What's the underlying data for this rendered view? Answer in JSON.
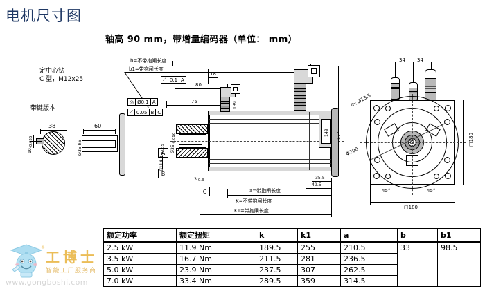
{
  "page": {
    "title": "电机尺寸图",
    "title_color": "#1f3864",
    "subtitle": "轴高 90 mm，带增量编码器（单位： mm）"
  },
  "left_view": {
    "note_center_drill_line1": "定中心钻",
    "note_center_drill_line2": "C 型，M12x25",
    "note_keyed": "带键版本",
    "dim_key_width": "38",
    "dim_key_depth": "10",
    "dim_key_depth_tol": "-0.036",
    "dim_shaft_dia": "Ø35 h6",
    "dim_shaft_len": "60"
  },
  "main_view": {
    "note_b": "b=不带抱闸长度",
    "note_b1": "b1=带抱闸长度",
    "note_a": "a=带抱闸长度",
    "note_k": "K=不带抱闸长度",
    "note_k1": "K1=带抱闸长度",
    "gdt_runout_top": {
      "symbol": "⟋",
      "tolerance": "0.1",
      "datum": "A"
    },
    "gdt_concentricity": {
      "symbol": "◎",
      "tolerance": "Ø0.1",
      "datum": "A"
    },
    "gdt_runout_left": {
      "symbol": "⟋",
      "tolerance": "0.05",
      "datum1": "B",
      "datum2": "C"
    },
    "datum_a": "A",
    "datum_b": "B",
    "datum_c": "C",
    "dim_18": "18",
    "dim_80": "80",
    "dim_75": "75",
    "dim_139": "139",
    "dim_149": "149",
    "dim_177": "177",
    "dim_flange_dia": "Ø114.3",
    "dim_flange_dia_tol": "-0.035",
    "dim_spigot_dia": "Ø35",
    "dim_spigot_dia_tol": "-0.016",
    "dim_3": "3",
    "dim_3_tol": "-0.3",
    "dim_355": "35.5",
    "dim_495": "49.5"
  },
  "right_view": {
    "dim_34_left": "34",
    "dim_34_right": "34",
    "dim_holes": "4x Ø13.5",
    "dim_pcd": "Φ200",
    "dim_square_side": "□180",
    "dim_square_height": "□180",
    "dim_angle_left": "45°",
    "dim_angle_right": "45°"
  },
  "table": {
    "headers": [
      "额定功率",
      "额定扭矩",
      "k",
      "k1",
      "a",
      "b",
      "b1"
    ],
    "rows": [
      [
        "2.5 kW",
        "11.9 Nm",
        "189.5",
        "255",
        "210.5",
        "33",
        "98.5"
      ],
      [
        "3.5 kW",
        "16.7 Nm",
        "211.5",
        "281",
        "236.5",
        "",
        ""
      ],
      [
        "5.0 kW",
        "23.9 Nm",
        "237.5",
        "307",
        "262.5",
        "",
        ""
      ],
      [
        "7.0 kW",
        "33.4 Nm",
        "289.5",
        "359",
        "314.5",
        "",
        ""
      ]
    ]
  },
  "watermark": {
    "brand": "工博士",
    "tagline": "智能工厂服务商",
    "url": "www.gongboshi.com",
    "brand_color": "#e8b23a"
  }
}
